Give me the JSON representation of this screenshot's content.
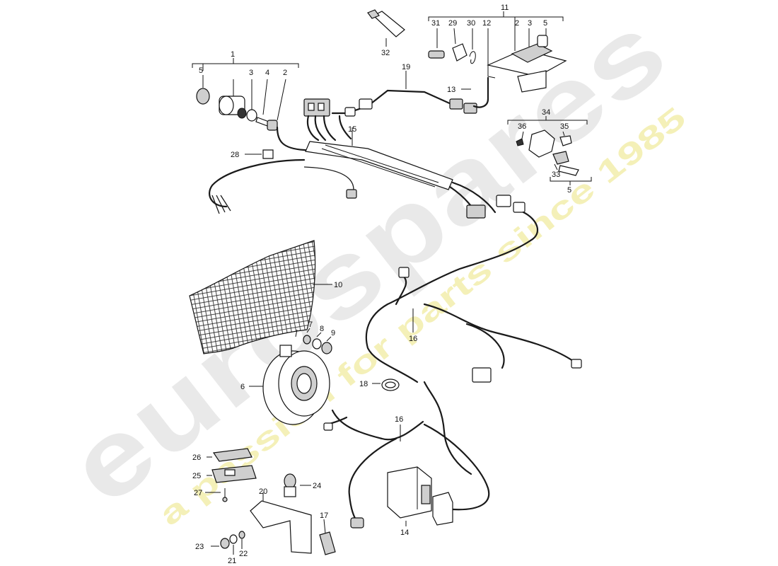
{
  "watermark": {
    "brand": "eurospares",
    "tagline": "a passion for parts since 1985",
    "brand_color": "#e9e9e9",
    "tagline_color": "#f4f0b8"
  },
  "callouts": {
    "n1": "1",
    "n2": "2",
    "n3": "3",
    "n4": "4",
    "n5": "5",
    "n6": "6",
    "n7": "7",
    "n8": "8",
    "n9": "9",
    "n10": "10",
    "n11": "11",
    "n12": "12",
    "n13": "13",
    "n14": "14",
    "n15": "15",
    "n16": "16",
    "n17": "17",
    "n18": "18",
    "n19": "19",
    "n20": "20",
    "n21": "21",
    "n22": "22",
    "n23": "23",
    "n24": "24",
    "n25": "25",
    "n26": "26",
    "n27": "27",
    "n28": "28",
    "n29": "29",
    "n30": "30",
    "n31": "31",
    "n32": "32",
    "n33": "33",
    "n34": "34",
    "n35": "35",
    "n36": "36"
  }
}
